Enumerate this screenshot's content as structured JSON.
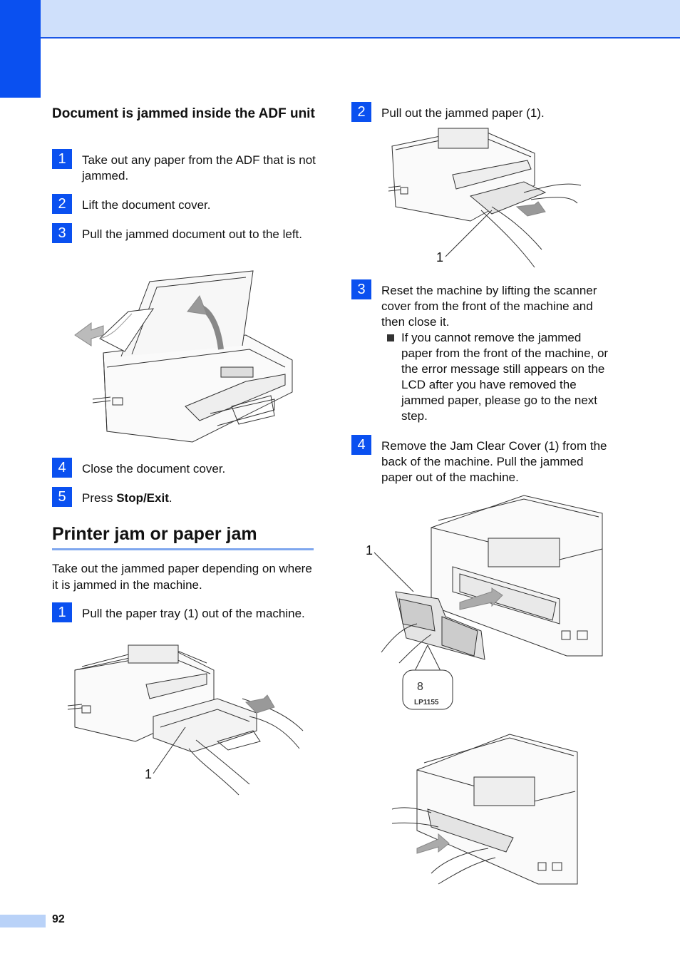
{
  "page": {
    "number": "92"
  },
  "adf_section": {
    "title": "Document is jammed inside the ADF unit",
    "steps": [
      {
        "num": "1",
        "text": "Take out any paper from the ADF that is not jammed."
      },
      {
        "num": "2",
        "text": "Lift the document cover."
      },
      {
        "num": "3",
        "text": "Pull the jammed document out to the left."
      },
      {
        "num": "4",
        "text": "Close the document cover."
      },
      {
        "num": "5",
        "prefix": "Press ",
        "bold": "Stop/Exit",
        "suffix": "."
      }
    ]
  },
  "printer_section": {
    "title": "Printer jam or paper jam",
    "intro": "Take out the jammed paper depending on where it is jammed in the machine.",
    "steps": [
      {
        "num": "1",
        "text": "Pull the paper tray (1) out of the machine."
      },
      {
        "num": "2",
        "text": "Pull out the jammed paper (1)."
      },
      {
        "num": "3",
        "text": "Reset the machine by lifting the scanner cover from the front of the machine and then close it."
      },
      {
        "num": "4",
        "text": "Remove the Jam Clear Cover (1) from the back of the machine. Pull the jammed paper out of the machine."
      }
    ],
    "bullet": "If you cannot remove the jammed paper from the front of the machine, or the error message still appears on the LCD after you have removed the jammed paper, please go to the next step."
  },
  "figures": {
    "callout": "1",
    "lp_label": "LP1155"
  }
}
